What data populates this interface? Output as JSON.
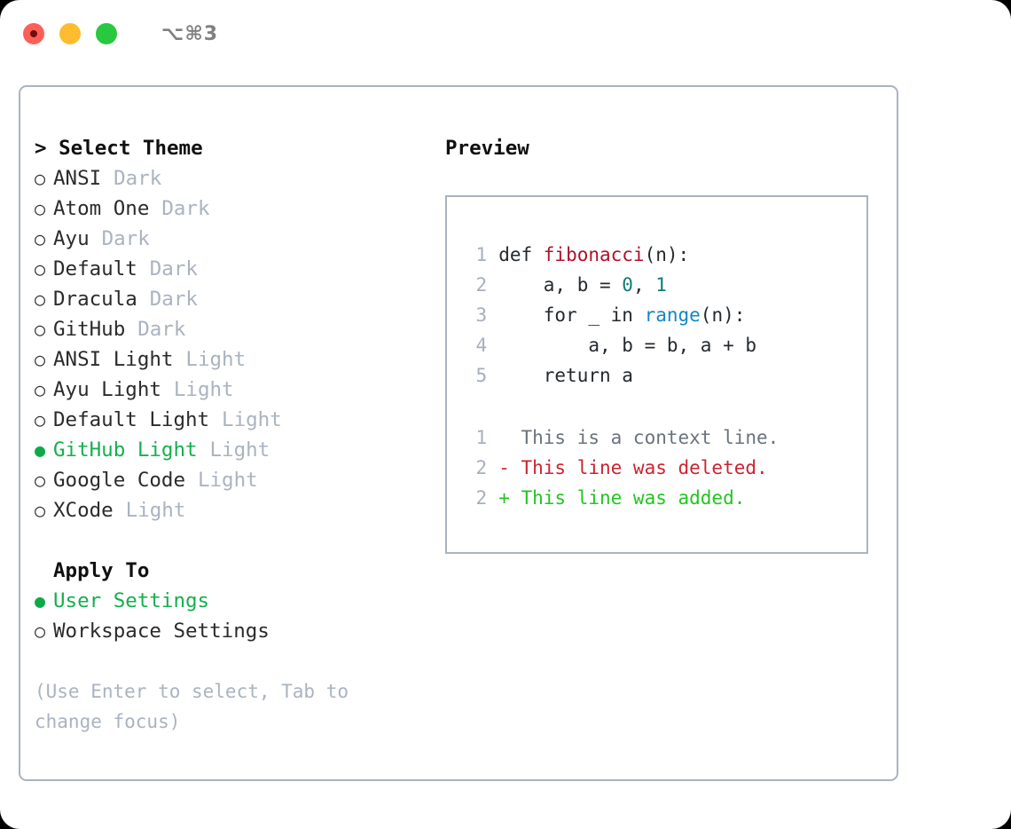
{
  "titlebar": {
    "shortcut": "⌥⌘3",
    "controls": [
      {
        "name": "close",
        "color": "#ff5f57"
      },
      {
        "name": "minimize",
        "color": "#febc2e"
      },
      {
        "name": "maximize",
        "color": "#28c840"
      }
    ]
  },
  "theme_panel": {
    "heading": "> Select Theme",
    "bullet_off": "○",
    "bullet_on": "●",
    "options": [
      {
        "label": "ANSI",
        "tag": "Dark",
        "selected": false
      },
      {
        "label": "Atom One",
        "tag": "Dark",
        "selected": false
      },
      {
        "label": "Ayu",
        "tag": "Dark",
        "selected": false
      },
      {
        "label": "Default",
        "tag": "Dark",
        "selected": false
      },
      {
        "label": "Dracula",
        "tag": "Dark",
        "selected": false
      },
      {
        "label": "GitHub",
        "tag": "Dark",
        "selected": false
      },
      {
        "label": "ANSI Light",
        "tag": "Light",
        "selected": false
      },
      {
        "label": "Ayu Light",
        "tag": "Light",
        "selected": false
      },
      {
        "label": "Default Light",
        "tag": "Light",
        "selected": false
      },
      {
        "label": "GitHub Light",
        "tag": "Light",
        "selected": true
      },
      {
        "label": "Google Code",
        "tag": "Light",
        "selected": false
      },
      {
        "label": "XCode",
        "tag": "Light",
        "selected": false
      }
    ]
  },
  "apply_to": {
    "heading": "Apply To",
    "options": [
      {
        "label": "User Settings",
        "selected": true
      },
      {
        "label": "Workspace Settings",
        "selected": false
      }
    ]
  },
  "hint": "(Use Enter to select, Tab to change focus)",
  "preview": {
    "heading": "Preview",
    "code_lines": [
      {
        "num": "1",
        "segments": [
          {
            "text": "def ",
            "style": "plain"
          },
          {
            "text": "fibonacci",
            "style": "fn"
          },
          {
            "text": "(n):",
            "style": "plain"
          }
        ]
      },
      {
        "num": "2",
        "segments": [
          {
            "text": "    a, b = ",
            "style": "plain"
          },
          {
            "text": "0",
            "style": "num"
          },
          {
            "text": ", ",
            "style": "plain"
          },
          {
            "text": "1",
            "style": "num"
          }
        ]
      },
      {
        "num": "3",
        "segments": [
          {
            "text": "    for _ in ",
            "style": "plain"
          },
          {
            "text": "range",
            "style": "blue"
          },
          {
            "text": "(n):",
            "style": "plain"
          }
        ]
      },
      {
        "num": "4",
        "segments": [
          {
            "text": "        a, b = b, a + b",
            "style": "plain"
          }
        ]
      },
      {
        "num": "5",
        "segments": [
          {
            "text": "    return a",
            "style": "plain"
          }
        ]
      }
    ],
    "diff_lines": [
      {
        "num": "1",
        "marker": " ",
        "text": " This is a context line.",
        "kind": "ctx"
      },
      {
        "num": "2",
        "marker": "-",
        "text": " This line was deleted.",
        "kind": "del"
      },
      {
        "num": "2",
        "marker": "+",
        "text": " This line was added.",
        "kind": "add"
      }
    ]
  },
  "colors": {
    "accent_green": "#14b04e",
    "tag_gray": "#aab3c0",
    "border": "#aab3c0",
    "diff_delete": "#cb2431",
    "diff_add": "#22c522",
    "diff_context": "#6a737d",
    "code_function": "#b1102a",
    "code_number": "#0f7b77",
    "code_builtin": "#1287c4"
  }
}
